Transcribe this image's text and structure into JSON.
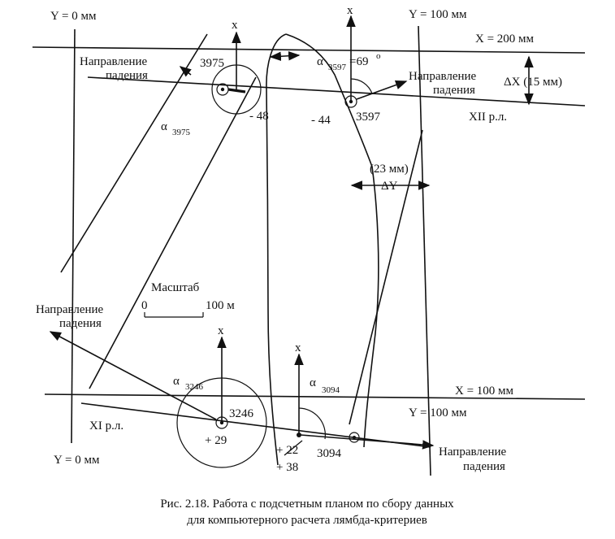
{
  "grid": {
    "y0_top": "Y = 0 мм",
    "y100_top": "Y = 100 мм",
    "x200": "X = 200 мм",
    "x100": "X = 100 мм",
    "y100_bottom": "Y = 100 мм",
    "y0_bottom": "Y = 0 мм"
  },
  "deltas": {
    "dx_label": "ΔX (15 мм)",
    "dy_mm": "(23 мм)",
    "dy_label": "ΔY"
  },
  "lines": {
    "xii": "XII р.л.",
    "xi": "XI р.л."
  },
  "axis_letter": "x",
  "dir_line1": "Направление",
  "dir_line2": "падения",
  "wells": {
    "w3975": {
      "id": "3975",
      "value": "- 48",
      "alpha_sub": "3975"
    },
    "w3597": {
      "id": "3597",
      "value": "- 44",
      "alpha_sub": "3597",
      "alpha_eq": "=69",
      "deg": "o"
    },
    "w3246": {
      "id": "3246",
      "value": "+ 29",
      "alpha_sub": "3246"
    },
    "w3094": {
      "id": "3094",
      "value_old": "+ 22",
      "value_new": "+ 38",
      "alpha_sub": "3094"
    }
  },
  "alpha": "α",
  "scale": {
    "title": "Масштаб",
    "zero": "0",
    "max": "100 м"
  },
  "caption": {
    "line1": "Рис. 2.18. Работа с подсчетным планом по сбору данных",
    "line2": "для компьютерного расчета лямбда-критериев"
  }
}
